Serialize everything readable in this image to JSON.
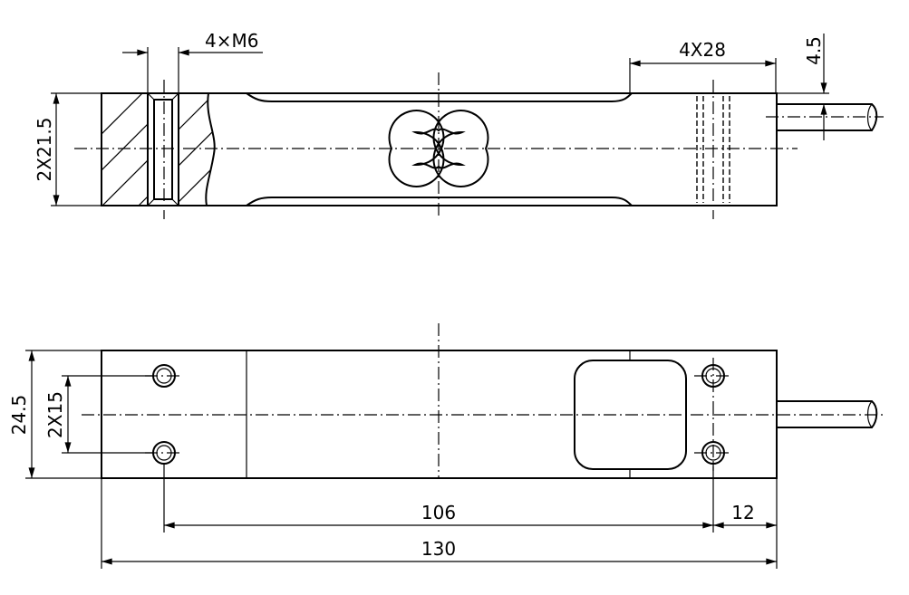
{
  "title": "Load cell dimensional drawing",
  "dimensions": {
    "thread": "4×M6",
    "pocket_width": "4X28",
    "cable_offset": "4.5",
    "height_side": "2X21.5",
    "width": "24.5",
    "hole_spacing_y": "2X15",
    "hole_spacing_x": "106",
    "edge_offset": "12",
    "length": "130"
  }
}
